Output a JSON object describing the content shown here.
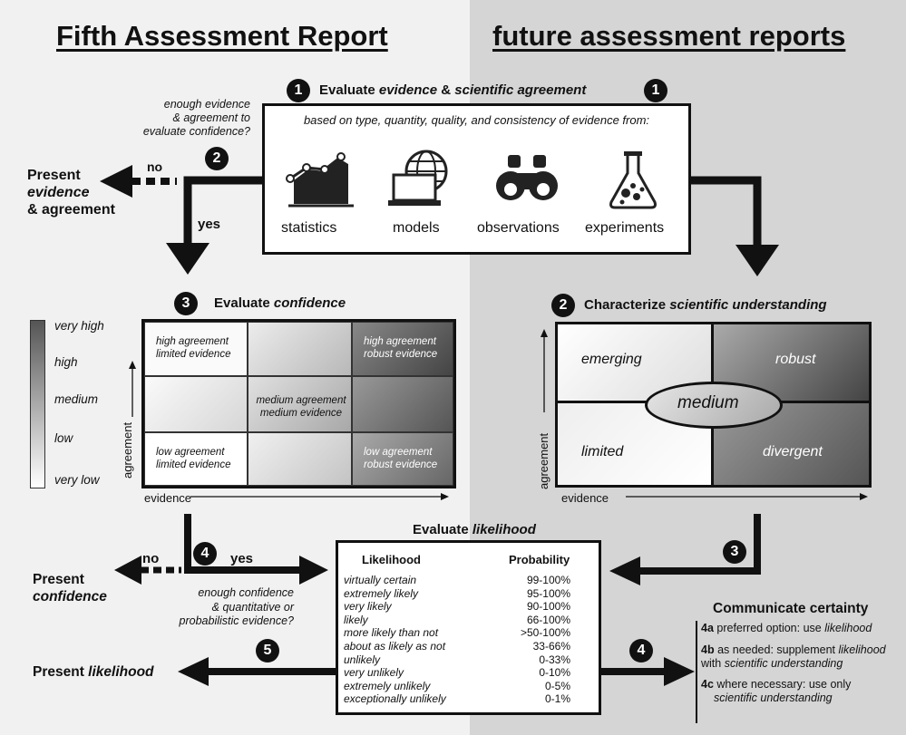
{
  "titles": {
    "left": "Fifth Assessment Report",
    "right": "future assessment reports"
  },
  "step1": {
    "num": "1",
    "title_a": "Evaluate ",
    "title_b": "evidence",
    "title_c": " & ",
    "title_d": "scientific agreement",
    "subtitle": "based on type, quantity, quality, and consistency of evidence from:",
    "items": [
      {
        "label": "statistics",
        "icon": "statistics-icon"
      },
      {
        "label": "models",
        "icon": "models-icon"
      },
      {
        "label": "observations",
        "icon": "observations-icon"
      },
      {
        "label": "experiments",
        "icon": "experiments-icon"
      }
    ]
  },
  "question1": {
    "lines": [
      "enough evidence",
      "& agreement to",
      "evaluate confidence?"
    ],
    "num": "2",
    "no": "no",
    "yes": "yes"
  },
  "present_evidence": {
    "a": "Present",
    "b": "evidence",
    "c": "& agreement"
  },
  "confidence": {
    "num": "3",
    "title_a": "Evaluate ",
    "title_b": "confidence",
    "scale": [
      "very high",
      "high",
      "medium",
      "low",
      "very low"
    ],
    "ylabel": "agreement",
    "xlabel": "evidence",
    "cells": {
      "tl": [
        "high agreement",
        "limited evidence"
      ],
      "tr": [
        "high agreement",
        "robust evidence"
      ],
      "mm": [
        "medium agreement",
        "medium evidence"
      ],
      "bl": [
        "low agreement",
        "limited evidence"
      ],
      "br": [
        "low agreement",
        "robust evidence"
      ]
    }
  },
  "understanding": {
    "num": "2",
    "title_a": "Characterize ",
    "title_b": "scientific understanding",
    "quadrants": {
      "tl": "emerging",
      "tr": "robust",
      "bl": "limited",
      "br": "divergent",
      "center": "medium"
    },
    "ylabel": "agreement",
    "xlabel": "evidence",
    "arrow_num": "3"
  },
  "likelihood": {
    "title_a": "Evaluate ",
    "title_b": "likelihood",
    "col1": "Likelihood",
    "col2": "Probability",
    "rows": [
      [
        "virtually certain",
        "99-100%"
      ],
      [
        "extremely likely",
        "95-100%"
      ],
      [
        "very likely",
        "90-100%"
      ],
      [
        "likely",
        "66-100%"
      ],
      [
        "more likely than not",
        ">50-100%"
      ],
      [
        "about as likely as not",
        "33-66%"
      ],
      [
        "unlikely",
        "0-33%"
      ],
      [
        "very unlikely",
        "0-10%"
      ],
      [
        "extremely unlikely",
        "0-5%"
      ],
      [
        "exceptionally unlikely",
        "0-1%"
      ]
    ]
  },
  "question2": {
    "num": "4",
    "yes": "yes",
    "no": "no",
    "lines": [
      "enough confidence",
      "& quantitative or",
      "probabilistic evidence?"
    ]
  },
  "present_confidence": {
    "a": "Present",
    "b": "confidence"
  },
  "present_likelihood": {
    "a": "Present ",
    "b": "likelihood",
    "num": "5"
  },
  "communicate": {
    "title": "Communicate certainty",
    "num": "4",
    "a_label": "4a",
    "a_text": " preferred option: use ",
    "a_it": "likelihood",
    "b_label": "4b",
    "b_text": " as needed: supplement ",
    "b_it": "likelihood",
    "b_text2": "with ",
    "b_it2": "scientific understanding",
    "c_label": "4c",
    "c_text": " where necessary: use only",
    "c_it": "scientific understanding"
  }
}
